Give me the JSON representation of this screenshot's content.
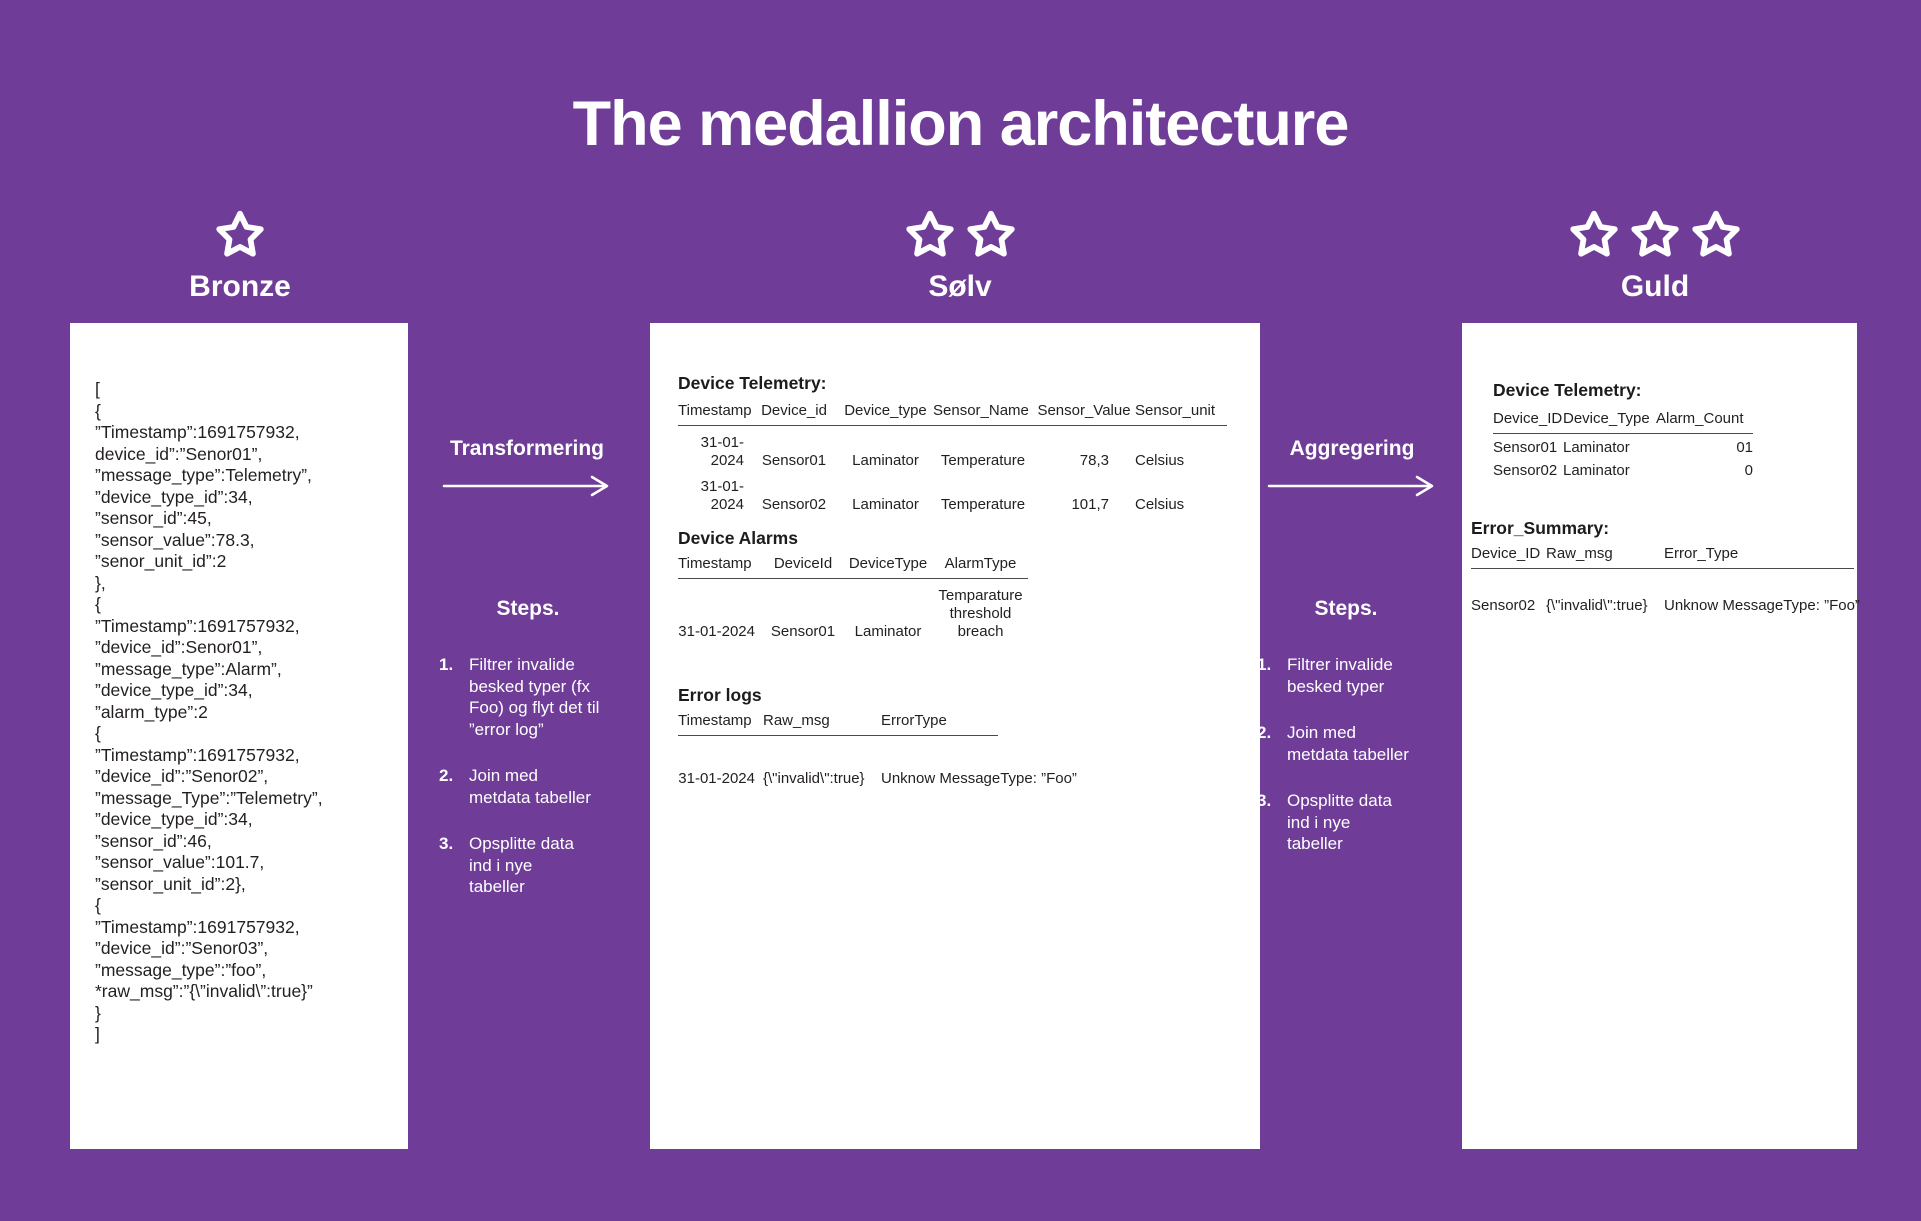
{
  "title": "The medallion architecture",
  "colors": {
    "background": "#6F3D97",
    "panel": "#FFFFFF",
    "text_dark": "#231F20",
    "text_light": "#FFFFFF"
  },
  "icons": {
    "star": "star-outline",
    "arrow": "arrow-right"
  },
  "columns": {
    "bronze": {
      "label": "Bronze",
      "stars": 1,
      "raw_lines": [
        "[",
        "{",
        "”Timestamp”:1691757932,",
        "device_id”:”Senor01”,",
        "”message_type”:Telemetry”,",
        "”device_type_id”:34,",
        "”sensor_id”:45,",
        "”sensor_value”:78.3,",
        "”senor_unit_id”:2",
        "},",
        "{",
        "”Timestamp”:1691757932,",
        "”device_id”:Senor01”,",
        "”message_type”:Alarm”,",
        "”device_type_id”:34,",
        "”alarm_type”:2",
        "{",
        "”Timestamp”:1691757932,",
        "”device_id”:”Senor02”,",
        "”message_Type”:”Telemetry”,",
        "”device_type_id”:34,",
        "”sensor_id”:46,",
        "”sensor_value”:101.7,",
        "”sensor_unit_id”:2},",
        "{",
        "”Timestamp”:1691757932,",
        "”device_id”:”Senor03”,",
        "”message_type”:”foo”,",
        "*raw_msg”:”{\\”invalid\\”:true}”",
        "}",
        "]"
      ]
    },
    "silver": {
      "label": "Sølv",
      "stars": 2,
      "tables": [
        {
          "title": "Device Telemetry:",
          "headers": [
            "Timestamp",
            "Device_id",
            "Device_type",
            "Sensor_Name",
            "Sensor_Value",
            "Sensor_unit"
          ],
          "rows": [
            [
              "31-01-2024",
              "Sensor01",
              "Laminator",
              "Temperature",
              "78,3",
              "Celsius"
            ],
            [
              "31-01-2024",
              "Sensor02",
              "Laminator",
              "Temperature",
              "101,7",
              "Celsius"
            ]
          ]
        },
        {
          "title": "Device Alarms",
          "headers": [
            "Timestamp",
            "DeviceId",
            "DeviceType",
            "AlarmType"
          ],
          "rows": [
            [
              "31-01-2024",
              "Sensor01",
              "Laminator",
              "Temparature threshold breach"
            ]
          ]
        },
        {
          "title": "Error logs",
          "headers": [
            "Timestamp",
            "Raw_msg",
            "ErrorType"
          ],
          "rows": [
            [
              "31-01-2024",
              "{\\\"invalid\\\":true}",
              "Unknow MessageType: ”Foo”"
            ]
          ]
        }
      ]
    },
    "gold": {
      "label": "Guld",
      "stars": 3,
      "tables": [
        {
          "title": "Device Telemetry:",
          "headers": [
            "Device_ID",
            "Device_Type",
            "Alarm_Count"
          ],
          "rows": [
            [
              "Sensor01",
              "Laminator",
              "01"
            ],
            [
              "Sensor02",
              "Laminator",
              "0"
            ]
          ]
        },
        {
          "title": "Error_Summary:",
          "headers": [
            "Device_ID",
            "Raw_msg",
            "Error_Type"
          ],
          "rows": [
            [
              "Sensor02",
              "{\\\"invalid\\\":true}",
              "Unknow MessageType: ”Foo”"
            ]
          ]
        }
      ]
    }
  },
  "transitions": {
    "left": {
      "label": "Transformering",
      "steps_title": "Steps.",
      "steps": [
        "Filtrer invalide besked typer (fx Foo) og flyt det til ”error log”",
        "Join med metdata tabeller",
        "Opsplitte data ind i nye tabeller"
      ]
    },
    "right": {
      "label": "Aggregering",
      "steps_title": "Steps.",
      "steps": [
        "Filtrer invalide besked typer",
        "Join med metdata tabeller",
        "Opsplitte data ind i nye tabeller"
      ]
    }
  }
}
